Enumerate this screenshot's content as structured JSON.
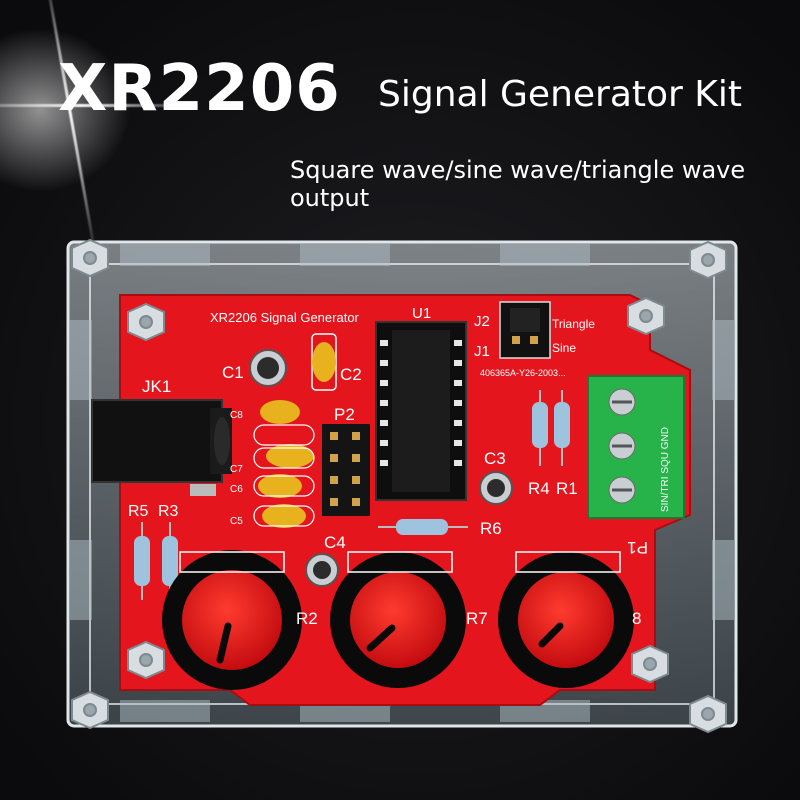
{
  "header": {
    "title": "XR2206",
    "subtitle": "Signal Generator Kit",
    "tagline": "Square wave/sine wave/triangle wave output"
  },
  "board": {
    "silkscreen_title": "XR2206 Signal Generator",
    "part_number": "406365A-Y26-2003...",
    "labels": {
      "u1": "U1",
      "j1": "J1",
      "j2": "J2",
      "triangle": "Triangle",
      "sine": "Sine",
      "jk1": "JK1",
      "c1": "C1",
      "c2": "C2",
      "c3": "C3",
      "c4": "C4",
      "c5": "C5",
      "c6": "C6",
      "c7": "C7",
      "c8": "C8",
      "p2": "P2",
      "p1": "P1",
      "r1": "R1",
      "r2": "R2",
      "r3": "R3",
      "r4": "R4",
      "r5": "R5",
      "r6": "R6",
      "r7": "R7",
      "r8": "8",
      "terminal_text": "SIN/TRI  SQU  GND"
    }
  },
  "colors": {
    "background": "#0b0b0d",
    "pcb": "#e4151d",
    "knob": "#0a0a0a",
    "terminal": "#27b34a",
    "capacitor": "#e8b21e"
  }
}
